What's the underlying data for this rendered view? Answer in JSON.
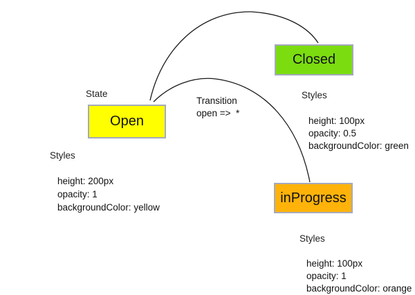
{
  "diagram": {
    "state_caption": "State",
    "transition": {
      "title": "Transition",
      "rule": "open =>  *"
    },
    "states": [
      {
        "name": "Open",
        "fill": "#ffff00",
        "styles_title": "Styles",
        "styles": [
          "height: 200px",
          "opacity: 1",
          "backgroundColor: yellow"
        ]
      },
      {
        "name": "Closed",
        "fill": "#7bdc10",
        "styles_title": "Styles",
        "styles": [
          "height: 100px",
          "opacity: 0.5",
          "backgroundColor: green"
        ]
      },
      {
        "name": "inProgress",
        "fill": "#ffb30a",
        "styles_title": "Styles",
        "styles": [
          "height: 100px",
          "opacity: 1",
          "backgroundColor: orange"
        ]
      }
    ]
  }
}
